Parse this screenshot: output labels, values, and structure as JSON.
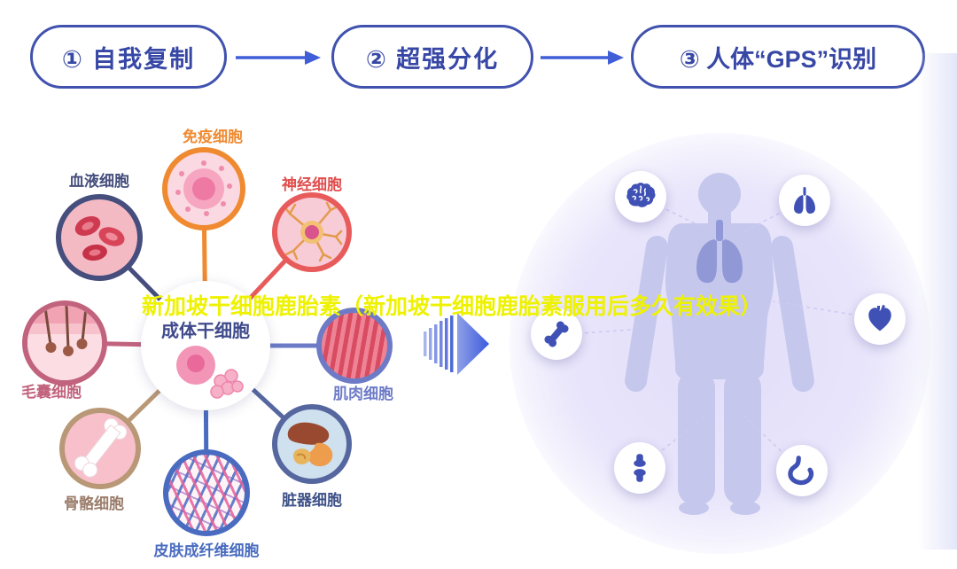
{
  "steps": [
    {
      "label": "①  自我复制"
    },
    {
      "label": "②  超强分化"
    },
    {
      "label": "③  人体“GPS”识别"
    }
  ],
  "title": "新加坡干细胞鹿胎素（新加坡干细胞鹿胎素服用后多久有效果）",
  "cluster": {
    "center_label": "成体干细胞",
    "cells": [
      {
        "label": "免疫细胞",
        "border": "#ef8a31",
        "text": "#ef8a31"
      },
      {
        "label": "神经细胞",
        "border": "#e85b5b",
        "text": "#e04e4e"
      },
      {
        "label": "血液细胞",
        "border": "#454e7c",
        "text": "#454e7c"
      },
      {
        "label": "毛囊细胞",
        "border": "#c2637e",
        "text": "#c2637e"
      },
      {
        "label": "肌肉细胞",
        "border": "#6d7bc7",
        "text": "#6d7bc7"
      },
      {
        "label": "骨骼细胞",
        "border": "#b99877",
        "text": "#9b7d6b"
      },
      {
        "label": "脏器细胞",
        "border": "#55679e",
        "text": "#3f5288"
      },
      {
        "label": "皮肤成纤维细胞",
        "border": "#4a6cc0",
        "text": "#4a6cc0"
      }
    ]
  },
  "body_map": {
    "icons": [
      {
        "name": "brain-icon"
      },
      {
        "name": "lungs-icon"
      },
      {
        "name": "bone-icon"
      },
      {
        "name": "heart-icon"
      },
      {
        "name": "knee-joint-icon"
      },
      {
        "name": "stomach-icon"
      }
    ]
  },
  "colors": {
    "step_border": "#4152ae",
    "step_text": "#3747a5",
    "arrow_blue": "#3f5ed8",
    "title_yellow": "#eef200",
    "organ_icon_navy": "#3f51b5",
    "body_fill": "#c5c8ec",
    "panel_lavender": "#e6e2fa"
  }
}
